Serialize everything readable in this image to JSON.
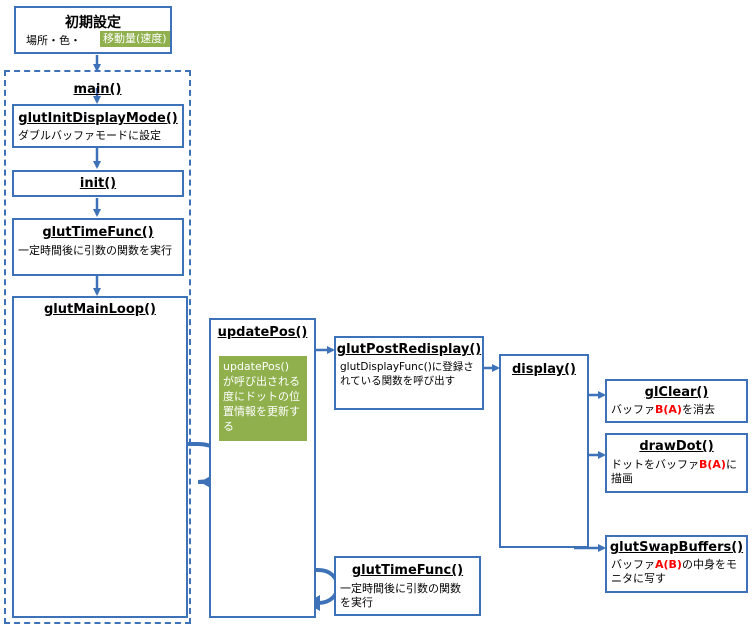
{
  "init_settings": {
    "title": "初期設定",
    "items": "場所・色・",
    "highlight": "移動量(速度)"
  },
  "main": {
    "title": "main()"
  },
  "glut_init_display_mode": {
    "title": "glutInitDisplayMode()",
    "desc": "ダブルバッファモードに設定"
  },
  "init": {
    "title": "init()"
  },
  "glut_time_func_main": {
    "title": "glutTimeFunc()",
    "desc": "一定時間後に引数の関数を実行"
  },
  "glut_main_loop": {
    "title": "glutMainLoop()"
  },
  "update_pos": {
    "title": "updatePos()",
    "note_line1": "updatePos()",
    "note_rest": "が呼び出される度にドットの位置情報を更新する"
  },
  "glut_post_redisplay": {
    "title": "glutPostRedisplay()",
    "desc": "glutDisplayFunc()に登録されている関数を呼び出す"
  },
  "display": {
    "title": "display()"
  },
  "gl_clear": {
    "title": "glClear()",
    "desc_pre": "バッファ",
    "desc_red": "B(A)",
    "desc_post": "を消去"
  },
  "draw_dot": {
    "title": "drawDot()",
    "desc_pre": "ドットをバッファ",
    "desc_red": "B(A)",
    "desc_post": "に描画"
  },
  "glut_swap_buffers": {
    "title": "glutSwapBuffers()",
    "desc_pre": "バッファ",
    "desc_red": "A(B)",
    "desc_post": "の中身をモニタに写す"
  },
  "glut_time_func_update": {
    "title": "glutTimeFunc()",
    "desc": "一定時間後に引数の関数を実行"
  },
  "colors": {
    "border": "#3e72b8",
    "accent_green": "#8fb04d",
    "highlight_red": "#ff0000"
  }
}
